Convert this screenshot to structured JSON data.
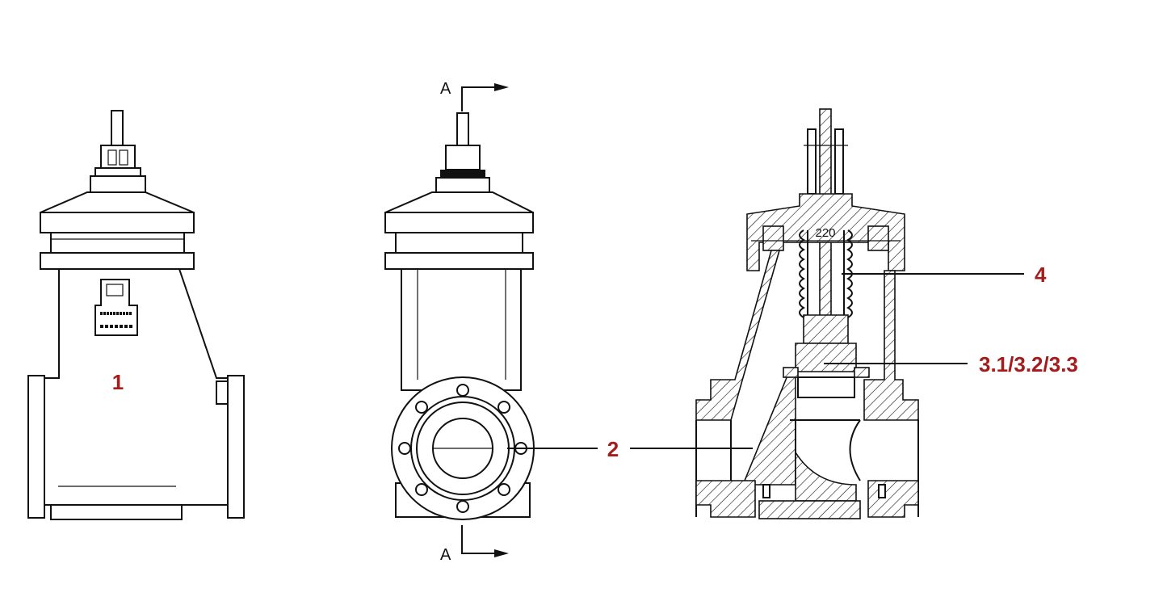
{
  "title": "Valve drawing: front view, side view and section A-A",
  "colors": {
    "callout": "#a51c1c",
    "line": "#111111"
  },
  "callouts": {
    "c1": "1",
    "c2": "2",
    "c3": "3.1/3.2/3.3",
    "c4": "4"
  },
  "section_marks": {
    "top": "A",
    "bottom": "A"
  },
  "dimension": "220"
}
